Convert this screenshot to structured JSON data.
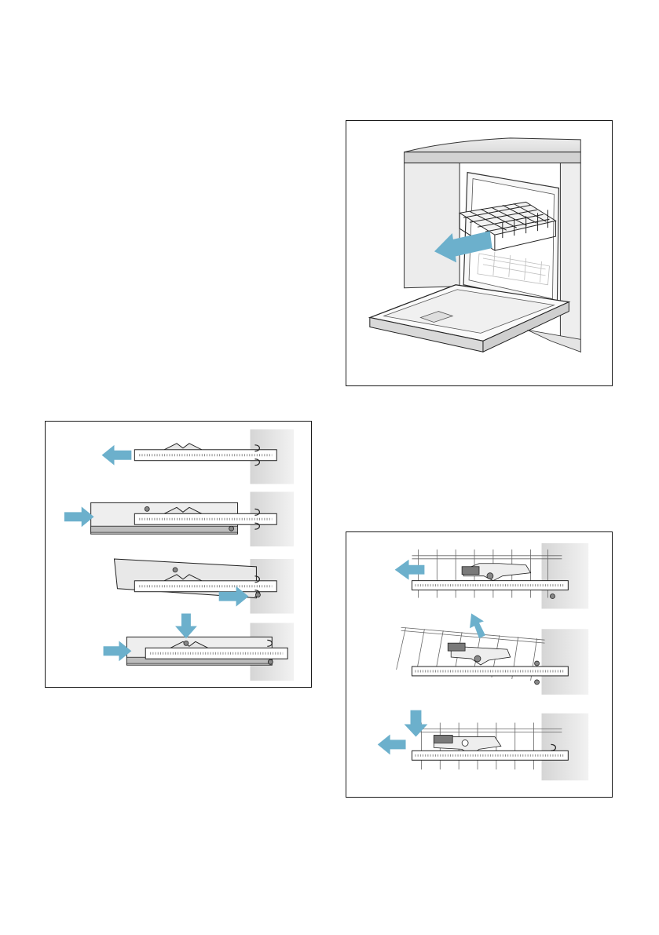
{
  "page": {
    "figures": [
      {
        "id": "dishwasher-rack-removal",
        "steps": 1
      },
      {
        "id": "rail-mounting-sequence",
        "steps": 4
      },
      {
        "id": "rack-latch-release-sequence",
        "steps": 3
      }
    ]
  },
  "colors": {
    "arrow": "#6cb0cc",
    "frame": "#1a1a1a",
    "wall_light": "#f4f4f4",
    "wall_dark": "#c8c8c8",
    "rail_fill": "#ffffff",
    "part_fill": "#e6e6e6",
    "part_dark": "#bdbdbd",
    "latch": "#7a7a7a"
  },
  "icons": {
    "arrow_left": "arrow-left-icon",
    "arrow_right": "arrow-right-icon",
    "arrow_down": "arrow-down-icon",
    "arrow_up": "arrow-up-icon"
  }
}
